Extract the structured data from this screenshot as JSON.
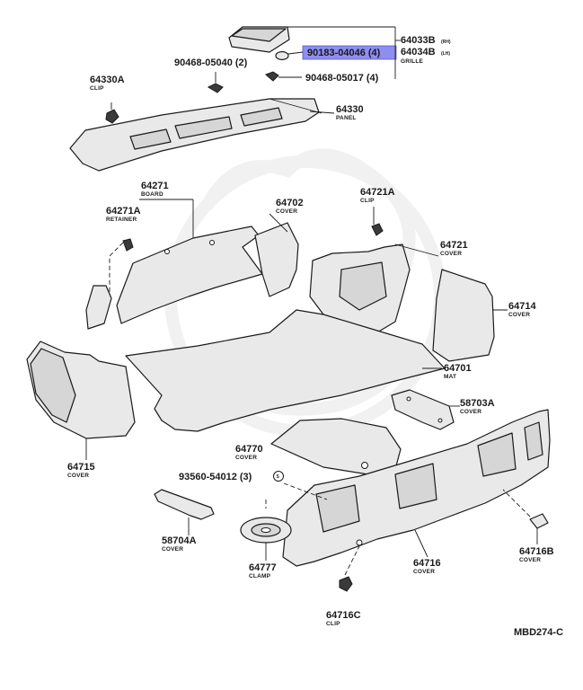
{
  "callouts": {
    "p64033b": "64033B",
    "p64033b_sfx": "(RH)",
    "p64034b": "64034B",
    "p64034b_sfx": "(LH)",
    "grille": "GRILLE",
    "p90183": "90183-04046 (4)",
    "p90468a": "90468-05040 (2)",
    "p90468b": "90468-05017 (4)",
    "p64330a": "64330A",
    "clip_a": "CLIP",
    "p64330": "64330",
    "panel": "PANEL",
    "p64271": "64271",
    "board": "BOARD",
    "p64271a": "64271A",
    "retainer": "RETAINER",
    "p64702": "64702",
    "cover_64702": "COVER",
    "p64721a": "64721A",
    "clip_b": "CLIP",
    "p64721": "64721",
    "cover_64721": "COVER",
    "p64714": "64714",
    "cover_64714": "COVER",
    "p64701": "64701",
    "mat": "MAT",
    "p58703a": "58703A",
    "cover_58703a": "COVER",
    "p64715": "64715",
    "cover_64715": "COVER",
    "p64770": "64770",
    "cover_64770": "COVER",
    "p93560": "93560-54012 (3)",
    "s_mark": "S",
    "p58704a": "58704A",
    "cover_58704a": "COVER",
    "p64777": "64777",
    "clamp": "CLAMP",
    "p64716": "64716",
    "cover_64716": "COVER",
    "p64716b": "64716B",
    "cover_64716b": "COVER",
    "p64716c": "64716C",
    "clip_c": "CLIP",
    "diagram_code": "MBD274-C"
  },
  "colors": {
    "highlight": "#8e8ef0",
    "ink": "#1a1a1a"
  }
}
